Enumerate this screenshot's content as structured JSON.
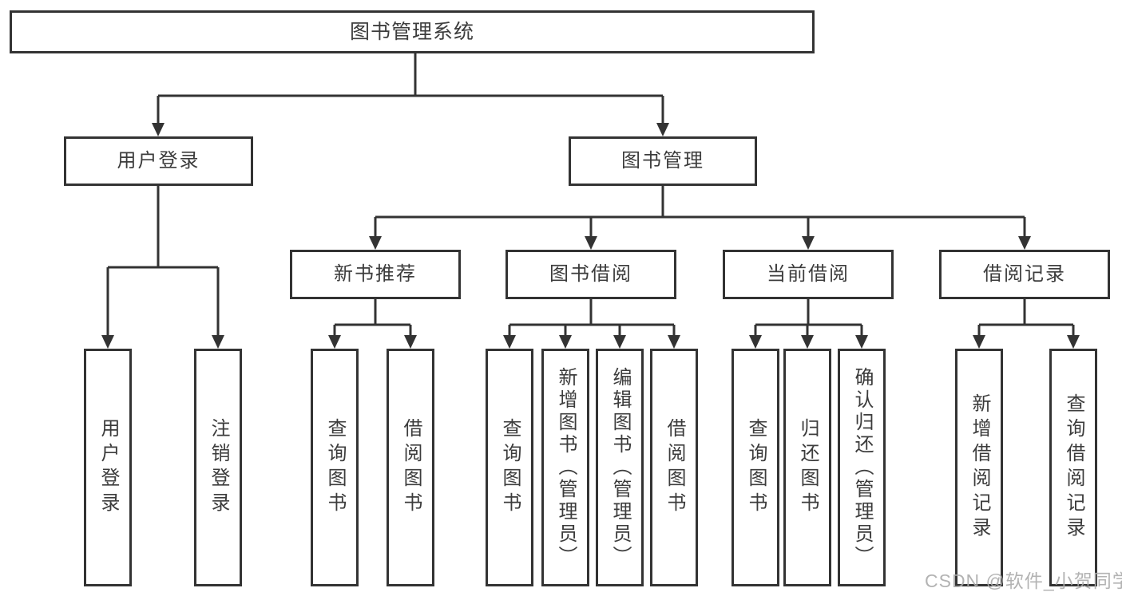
{
  "diagram": {
    "root": {
      "label": "图书管理系统"
    },
    "level2": [
      {
        "label": "用户登录"
      },
      {
        "label": "图书管理"
      }
    ],
    "level3": [
      {
        "label": "新书推荐",
        "parent": "图书管理"
      },
      {
        "label": "图书借阅",
        "parent": "图书管理"
      },
      {
        "label": "当前借阅",
        "parent": "图书管理"
      },
      {
        "label": "借阅记录",
        "parent": "图书管理"
      }
    ],
    "leaves": [
      {
        "label": "用户登录",
        "parent": "用户登录"
      },
      {
        "label": "注销登录",
        "parent": "用户登录"
      },
      {
        "label": "查询图书",
        "parent": "新书推荐"
      },
      {
        "label": "借阅图书",
        "parent": "新书推荐"
      },
      {
        "label": "查询图书",
        "parent": "图书借阅"
      },
      {
        "label": "新增图书（管理员）",
        "parent": "图书借阅"
      },
      {
        "label": "编辑图书（管理员）",
        "parent": "图书借阅"
      },
      {
        "label": "借阅图书",
        "parent": "图书借阅"
      },
      {
        "label": "查询图书",
        "parent": "当前借阅"
      },
      {
        "label": "归还图书",
        "parent": "当前借阅"
      },
      {
        "label": "确认归还（管理员）",
        "parent": "当前借阅"
      },
      {
        "label": "新增借阅记录",
        "parent": "借阅记录"
      },
      {
        "label": "查询借阅记录",
        "parent": "借阅记录"
      }
    ]
  },
  "watermark": {
    "text": "CSDN @软件_小贺同学"
  },
  "colors": {
    "line": "#333333",
    "text": "#3c3c3c",
    "box_background": "#ffffff",
    "background": "#ffffff",
    "watermark": "#ababab"
  }
}
